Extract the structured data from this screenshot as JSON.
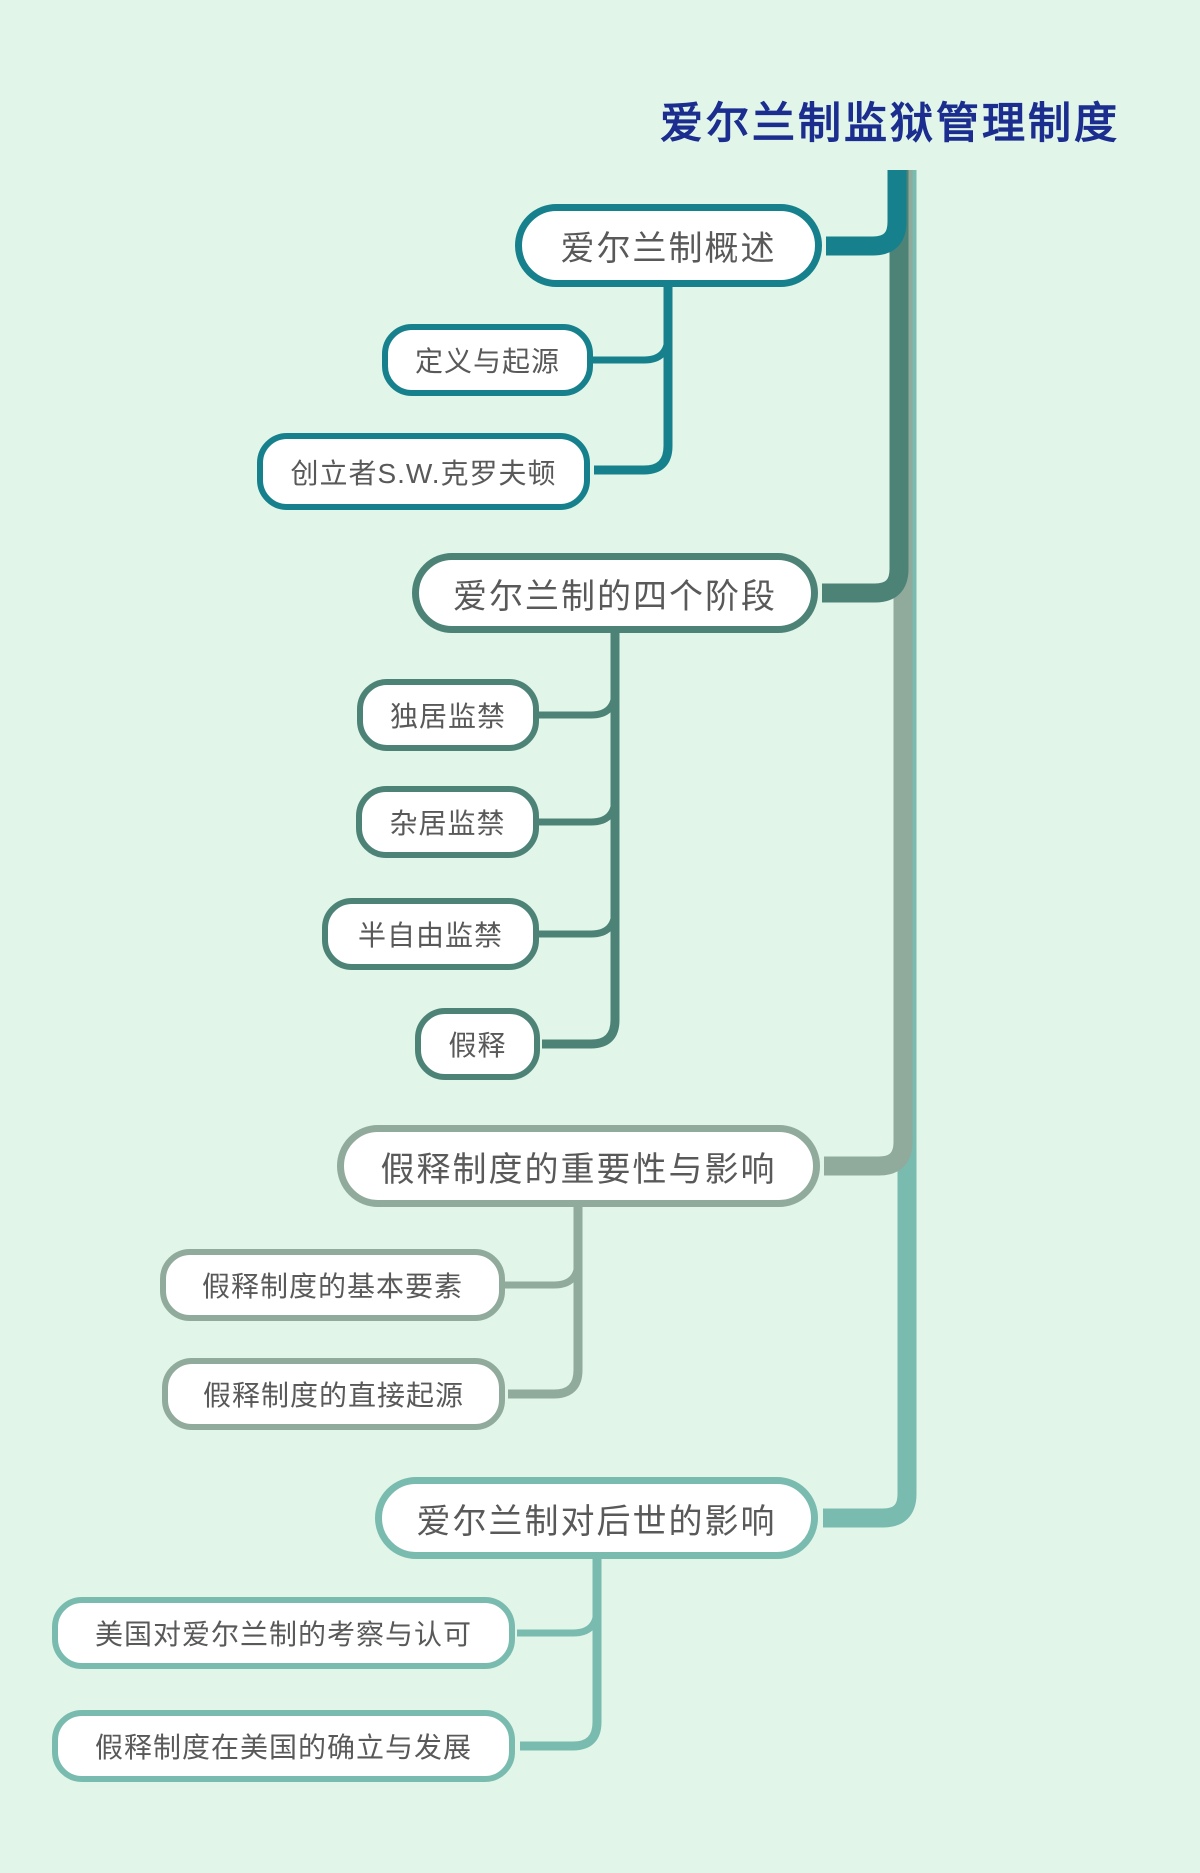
{
  "title": {
    "text": "爱尔兰制监狱管理制度",
    "color": "#1b2d8e"
  },
  "background_color": "#e1f6e8",
  "node_text_color": "#595959",
  "branches": [
    {
      "label": "爱尔兰制概述",
      "color": "#17808d",
      "children": [
        {
          "label": "定义与起源"
        },
        {
          "label": "创立者S.W.克罗夫顿"
        }
      ]
    },
    {
      "label": "爱尔兰制的四个阶段",
      "color": "#4d8377",
      "children": [
        {
          "label": "独居监禁"
        },
        {
          "label": "杂居监禁"
        },
        {
          "label": "半自由监禁"
        },
        {
          "label": "假释"
        }
      ]
    },
    {
      "label": "假释制度的重要性与影响",
      "color": "#90aa9b",
      "children": [
        {
          "label": "假释制度的基本要素"
        },
        {
          "label": "假释制度的直接起源"
        }
      ]
    },
    {
      "label": "爱尔兰制对后世的影响",
      "color": "#7abbb0",
      "children": [
        {
          "label": "美国对爱尔兰制的考察与认可"
        },
        {
          "label": "假释制度在美国的确立与发展"
        }
      ]
    }
  ]
}
